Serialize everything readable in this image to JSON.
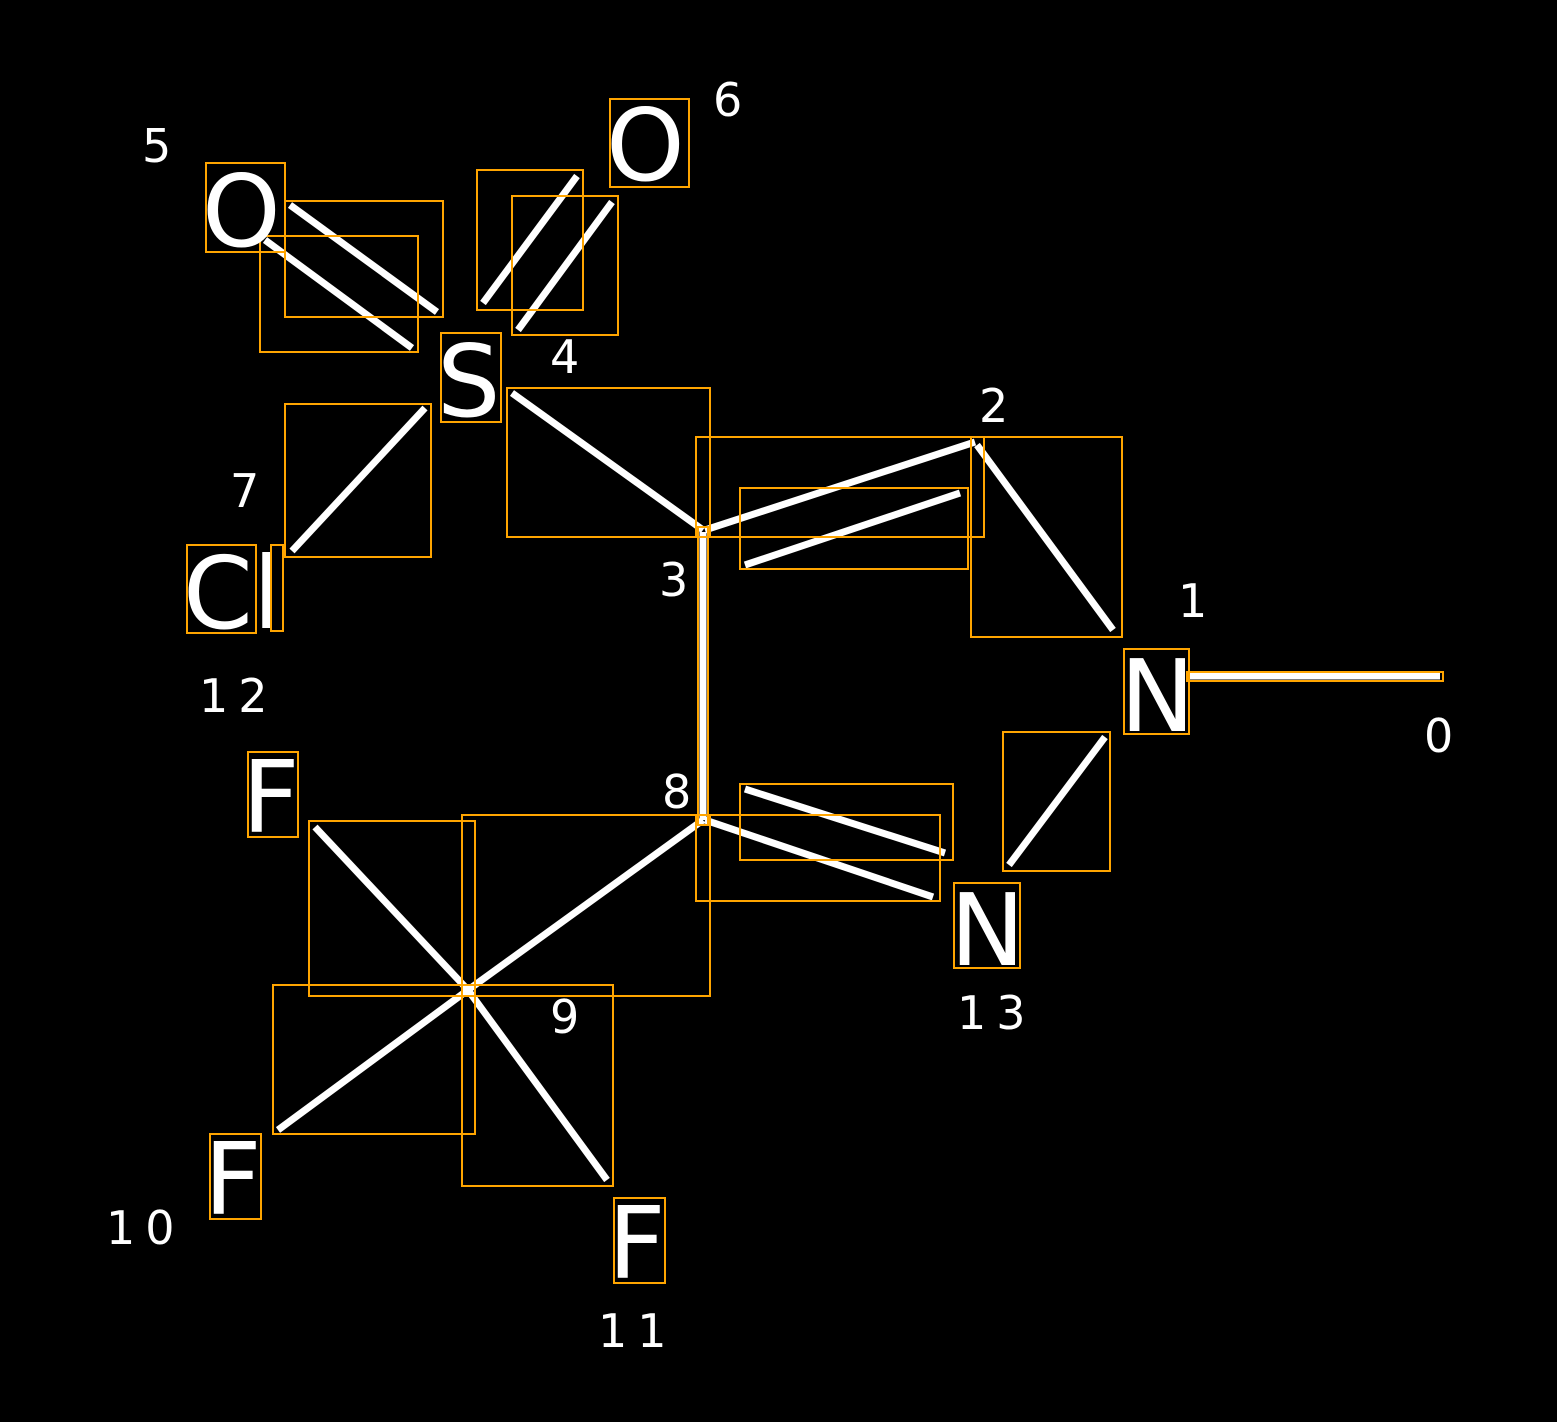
{
  "colors": {
    "background": "#000000",
    "bond": "#ffffff",
    "annotation_box": "#ffa500"
  },
  "atoms": [
    {
      "index": "0",
      "symbol": ""
    },
    {
      "index": "1",
      "symbol": "N"
    },
    {
      "index": "2",
      "symbol": ""
    },
    {
      "index": "3",
      "symbol": ""
    },
    {
      "index": "4",
      "symbol": "S"
    },
    {
      "index": "5",
      "symbol": "O"
    },
    {
      "index": "6",
      "symbol": "O"
    },
    {
      "index": "7",
      "symbol": "Cl"
    },
    {
      "index": "8",
      "symbol": ""
    },
    {
      "index": "9",
      "symbol": ""
    },
    {
      "index": "10",
      "symbol": "F"
    },
    {
      "index": "11",
      "symbol": "F"
    },
    {
      "index": "12",
      "symbol": "F"
    },
    {
      "index": "13",
      "symbol": "N"
    }
  ],
  "bonds": [
    {
      "from": 0,
      "to": 1,
      "order": 1
    },
    {
      "from": 1,
      "to": 2,
      "order": 1
    },
    {
      "from": 2,
      "to": 3,
      "order": 2
    },
    {
      "from": 3,
      "to": 4,
      "order": 1
    },
    {
      "from": 4,
      "to": 5,
      "order": 2
    },
    {
      "from": 4,
      "to": 6,
      "order": 2
    },
    {
      "from": 4,
      "to": 7,
      "order": 1
    },
    {
      "from": 3,
      "to": 8,
      "order": 1
    },
    {
      "from": 8,
      "to": 9,
      "order": 1
    },
    {
      "from": 9,
      "to": 10,
      "order": 1
    },
    {
      "from": 9,
      "to": 11,
      "order": 1
    },
    {
      "from": 9,
      "to": 12,
      "order": 1
    },
    {
      "from": 8,
      "to": 13,
      "order": 2
    },
    {
      "from": 13,
      "to": 1,
      "order": 1
    }
  ]
}
